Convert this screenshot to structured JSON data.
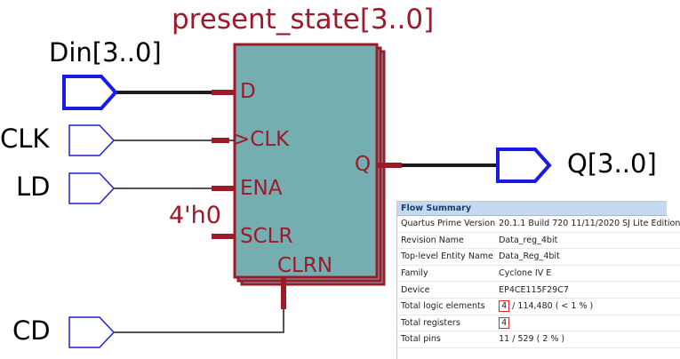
{
  "schematic": {
    "register_name": "present_state[3..0]",
    "ports": {
      "d": "D",
      "clk": ">CLK",
      "ena": "ENA",
      "sclr": "SCLR",
      "clrn": "CLRN",
      "q": "Q"
    },
    "sclr_constant": "4'h0",
    "inputs": {
      "din": "Din[3..0]",
      "clk": "CLK",
      "ld": "LD",
      "cd": "CD"
    },
    "outputs": {
      "q": "Q[3..0]"
    },
    "colors": {
      "register_fill": "#74aeb0",
      "register_border": "#9b1b2a",
      "wire": "#1c1c1c",
      "pin_bus": "#1a1ae6",
      "pin_single": "#2222cc"
    }
  },
  "flow_summary": {
    "title": "Flow Summary",
    "rows": [
      {
        "label": "Quartus Prime Version",
        "value": "20.1.1 Build 720 11/11/2020 SJ Lite Edition"
      },
      {
        "label": "Revision Name",
        "value": "Data_reg_4bit"
      },
      {
        "label": "Top-level Entity Name",
        "value": "Data_Reg_4bit"
      },
      {
        "label": "Family",
        "value": "Cyclone IV E"
      },
      {
        "label": "Device",
        "value": "EP4CE115F29C7"
      },
      {
        "label": "Total logic elements",
        "value_highlight": "4",
        "value_rest": " / 114,480 ( < 1 % )"
      },
      {
        "label": "Total registers",
        "value_highlight": "4",
        "value_rest": ""
      },
      {
        "label": "Total pins",
        "value": "11 / 529 ( 2 % )"
      }
    ],
    "highlight_color": "#d62828"
  }
}
